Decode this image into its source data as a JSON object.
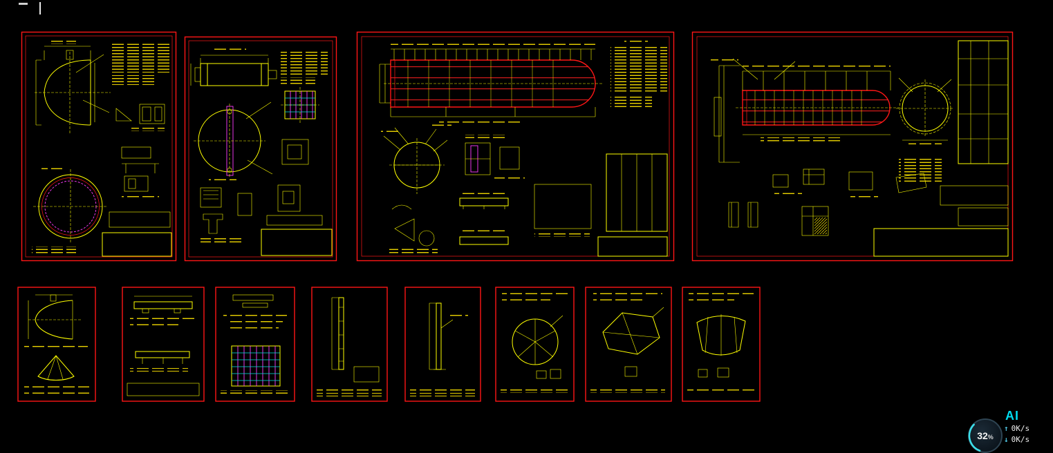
{
  "canvas": {
    "background": "#000000"
  },
  "palette": {
    "sheet_border": "#ff1616",
    "drawing_line": "#ffff00",
    "hatch_fill": "#00e6e6",
    "accent_magenta": "#ff3cff",
    "widget_accent": "#00dcf0"
  },
  "drawing_area": {
    "top_row_sheets": 4,
    "bottom_row_sheets": 8
  },
  "status_widget": {
    "ai_label": "AI",
    "progress_value": "32",
    "progress_unit": "%",
    "upload_icon": "up-arrow",
    "upload_speed": "0K/s",
    "download_icon": "down-arrow",
    "download_speed": "0K/s"
  }
}
